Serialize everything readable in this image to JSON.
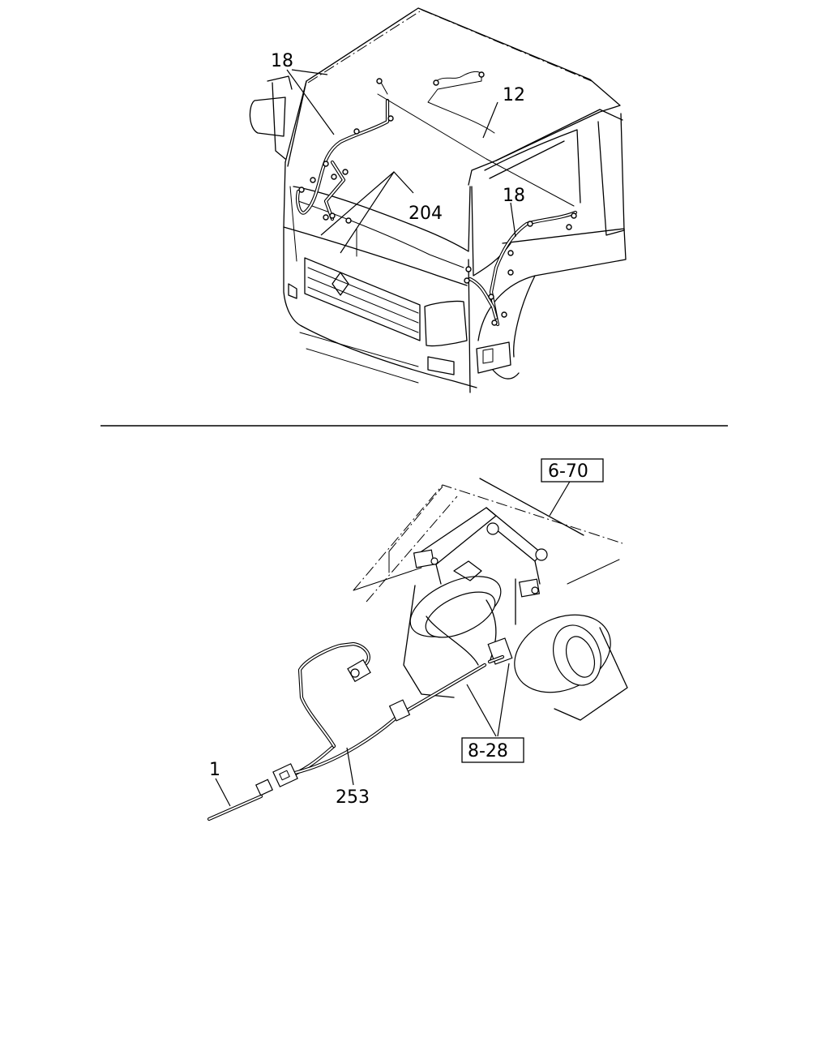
{
  "callouts": {
    "top_harness_left": "18",
    "top_harness_right": "18",
    "top_cab_wire": "12",
    "top_main_harness": "204",
    "bottom_ref_upper": "6-70",
    "bottom_ref_lower": "8-28",
    "bottom_harness": "253",
    "bottom_lead": "1"
  },
  "icons": {
    "connector": "connector-icon",
    "horn": "horn-icon",
    "bracket": "bracket-icon"
  }
}
